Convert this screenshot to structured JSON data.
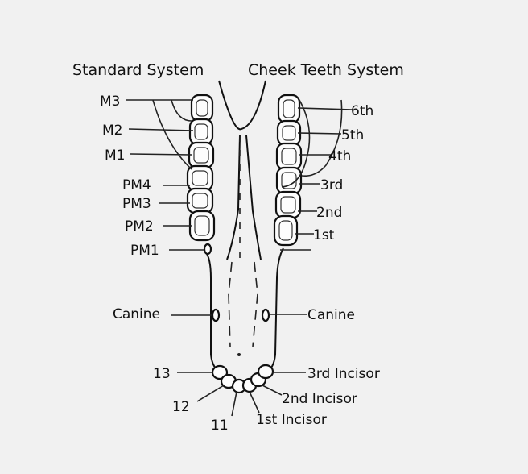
{
  "headings": {
    "standard_system": "Standard System",
    "cheek_teeth_system": "Cheek Teeth System"
  },
  "left_labels": {
    "m3": "M3",
    "m2": "M2",
    "m1": "M1",
    "pm4": "PM4",
    "pm3": "PM3",
    "pm2": "PM2",
    "pm1": "PM1",
    "canine": "Canine",
    "i3": "13",
    "i2": "12",
    "i1": "11"
  },
  "right_labels": {
    "sixth": "6th",
    "fifth": "5th",
    "fourth": "4th",
    "third": "3rd",
    "second": "2nd",
    "first": "1st",
    "canine": "Canine",
    "third_incisor": "3rd Incisor",
    "second_incisor": "2nd Incisor",
    "first_incisor": "1st Incisor"
  },
  "colors": {
    "background": "#f1f1f1",
    "ink": "#111111",
    "tooth_fill": "#fdfdfd"
  }
}
